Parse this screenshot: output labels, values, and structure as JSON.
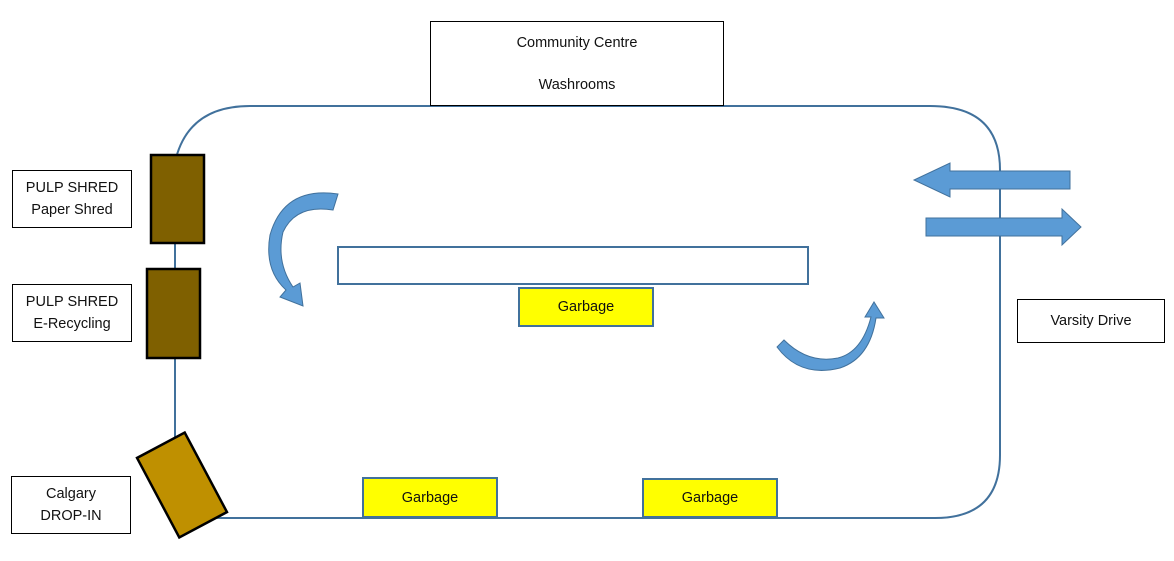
{
  "diagram": {
    "labels": {
      "community_centre": [
        "Community Centre",
        "Washrooms"
      ],
      "paper_shred": [
        "PULP SHRED",
        "Paper Shred"
      ],
      "e_recycling": [
        "PULP SHRED",
        "E-Recycling"
      ],
      "drop_in": [
        "Calgary",
        "DROP-IN"
      ],
      "varsity_drive": "Varsity Drive"
    },
    "garbage_bins": [
      "Garbage",
      "Garbage",
      "Garbage"
    ],
    "colors": {
      "lot_outline": "#41719c",
      "arrow_fill": "#5b9bd5",
      "arrow_dark": "#4a7fb5",
      "shred_bin": "#7f6000",
      "dropin_bin": "#bf9000",
      "garbage_fill": "#ffff00"
    }
  }
}
